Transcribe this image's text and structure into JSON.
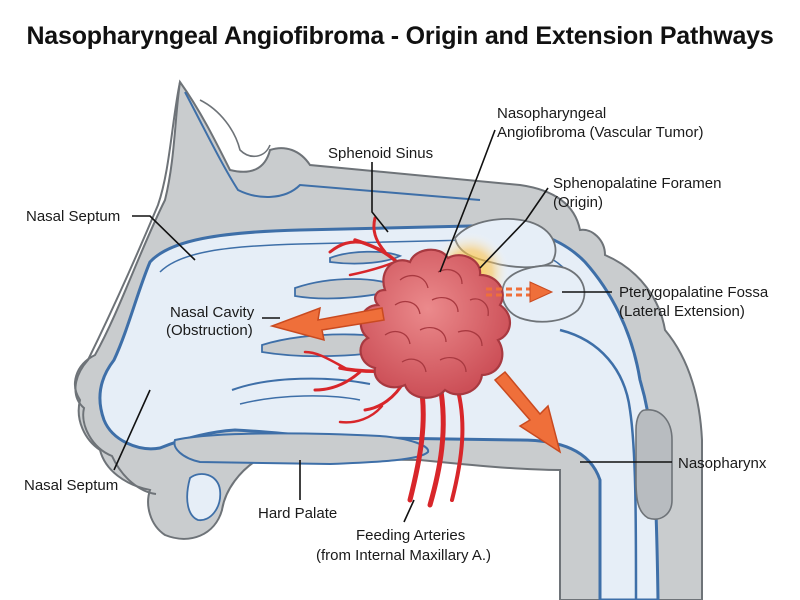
{
  "title": "Nasopharyngeal Angiofibroma - Origin and Extension Pathways",
  "labels": {
    "sphenoid_sinus": "Sphenoid Sinus",
    "tumor": [
      "Nasopharyngeal",
      "Angiofibroma (Vascular Tumor)"
    ],
    "foramen": [
      "Sphenopalatine Foramen",
      "(Origin)"
    ],
    "nasal_septum_top": "Nasal Septum",
    "nasal_cavity": [
      "Nasal Cavity",
      "(Obstruction)"
    ],
    "fossa": [
      "Pterygopalatine Fossa",
      "(Lateral Extension)"
    ],
    "nasopharynx": "Nasopharynx",
    "nasal_septum_bottom": "Nasal Septum",
    "hard_palate": "Hard Palate",
    "arteries": [
      "Feeding Arteries",
      "(from Internal Maxillary A.)"
    ]
  },
  "colors": {
    "bone": "#c9ccce",
    "bone_outline": "#6e7378",
    "airway": "#e6eef7",
    "mucosa": "#3e6fa8",
    "tumor": "#d9646a",
    "tumor_outline": "#a83940",
    "artery": "#d8262a",
    "arrow": "#ef6f3a",
    "glow": "#ffc93a"
  }
}
